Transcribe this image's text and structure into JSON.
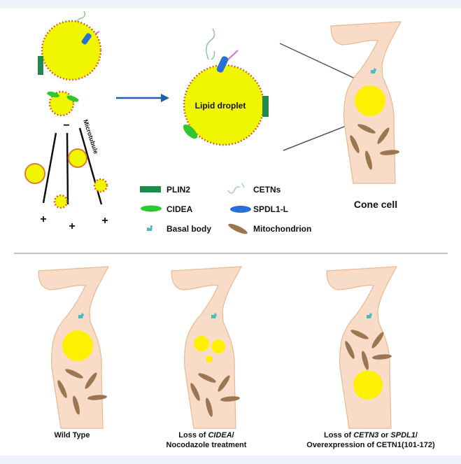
{
  "colors": {
    "lipid": "#f0f500",
    "cell": "#f8dcc8",
    "cell_stroke": "#e8b890",
    "plin2": "#1f8a4c",
    "cidea": "#2ec82e",
    "spdl1": "#2a6fd6",
    "basal": "#4fb8c4",
    "mito": "#9b7650",
    "arrow": "#1f5fa8",
    "divider": "#9fb3c8"
  },
  "top": {
    "droplet_label": "Lipid droplet",
    "microtubule_label": "Microtubule",
    "minus_sign": "−",
    "plus_sign": "+",
    "cone_cell_label": "Cone cell"
  },
  "legend": {
    "plin2": "PLIN2",
    "cetns": "CETNs",
    "cidea": "CIDEA",
    "spdl1": "SPDL1-L",
    "basal_body": "Basal body",
    "mitochondrion": "Mitochondrion"
  },
  "bottom": {
    "wild_type": "Wild Type",
    "loss_cidea_a": "Loss of ",
    "loss_cidea_b": "CIDEA",
    "loss_cidea_c": "/",
    "loss_cidea_line2": "Nocodazole treatment",
    "loss_cetn_a": "Loss of ",
    "loss_cetn_b": "CETN3",
    "loss_cetn_c": " or ",
    "loss_cetn_d": "SPDL1",
    "loss_cetn_e": "/",
    "loss_cetn_line2": "Overexpression of CETN1(101-172)"
  }
}
